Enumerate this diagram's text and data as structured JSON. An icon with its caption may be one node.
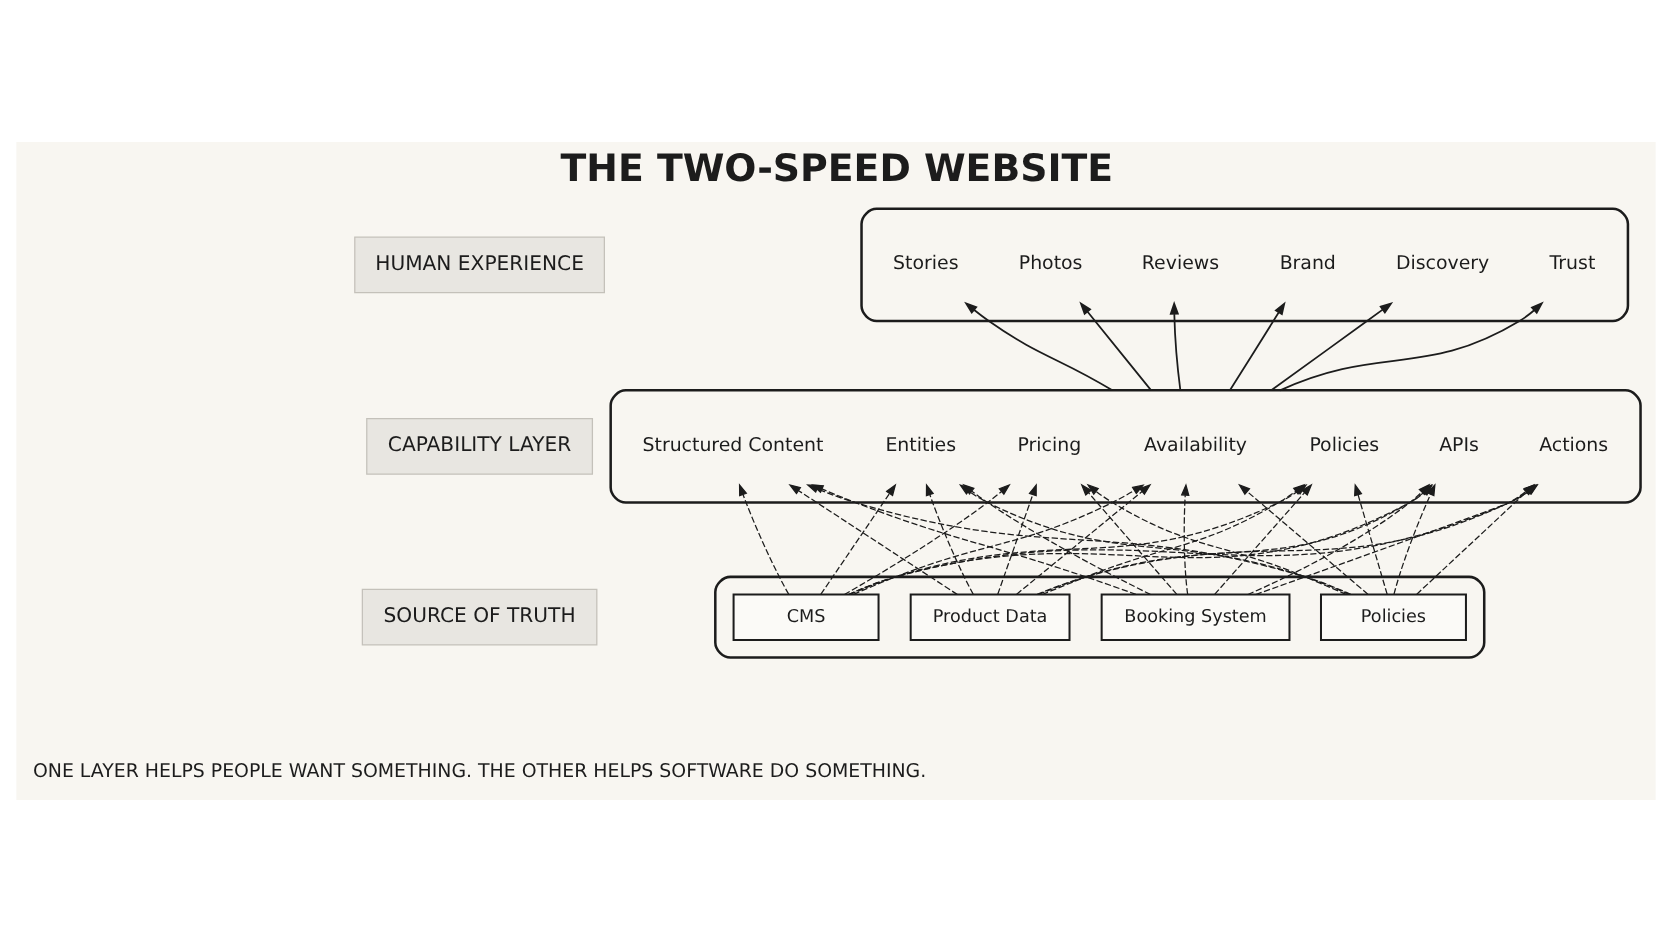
{
  "diagram": {
    "title": "THE TWO-SPEED WEBSITE",
    "caption": "ONE LAYER HELPS PEOPLE WANT SOMETHING. THE OTHER HELPS SOFTWARE DO SOMETHING.",
    "nodes": [
      {
        "text": [
          "HUMAN EXPERIENCE"
        ]
      },
      {
        "text": [],
        "shape": "box"
      },
      {
        "text": [
          "Stories"
        ],
        "in": 1
      },
      {
        "text": [
          "Photos"
        ],
        "in": 1
      },
      {
        "text": [
          "Reviews"
        ],
        "in": 1
      },
      {
        "text": [
          "Brand"
        ],
        "in": 1
      },
      {
        "text": [
          "Discovery"
        ],
        "in": 1
      },
      {
        "text": [
          "Trust"
        ],
        "in": 1
      },
      {
        "text": [
          "CAPABILITY LAYER"
        ]
      },
      {
        "text": [],
        "shape": "box"
      },
      {
        "text": [
          "Structured Content"
        ],
        "in": 9
      },
      {
        "text": [
          "Entities"
        ],
        "in": 9
      },
      {
        "text": [
          "Pricing"
        ],
        "in": 9
      },
      {
        "text": [
          "Availability"
        ],
        "in": 9
      },
      {
        "text": [
          "Policies"
        ],
        "in": 9
      },
      {
        "text": [
          "APIs"
        ],
        "in": 9
      },
      {
        "text": [
          "Actions"
        ],
        "in": 9
      },
      {
        "text": [
          "SOURCE OF TRUTH"
        ]
      },
      {
        "text": [],
        "shape": "box"
      },
      {
        "text": [
          "CMS"
        ],
        "in": 18
      },
      {
        "text": [
          "Product Data"
        ],
        "in": 18
      },
      {
        "text": [
          "Booking System"
        ],
        "in": 18
      },
      {
        "text": [
          "Policies"
        ],
        "in": 18
      }
    ],
    "edges": [
      {
        "from": 9,
        "to": 2,
        "arrow": "to"
      },
      {
        "from": 9,
        "to": 3,
        "arrow": "to"
      },
      {
        "from": 9,
        "to": 4,
        "arrow": "to"
      },
      {
        "from": 9,
        "to": 5,
        "arrow": "to"
      },
      {
        "from": 9,
        "to": 6,
        "arrow": "to"
      },
      {
        "from": 9,
        "to": 7,
        "arrow": "to"
      },
      {
        "from": 19,
        "to": 10,
        "arrow": "to",
        "style": "dashed"
      },
      {
        "from": 19,
        "to": 11,
        "arrow": "to",
        "style": "dashed"
      },
      {
        "from": 19,
        "to": 12,
        "arrow": "to",
        "style": "dashed"
      },
      {
        "from": 19,
        "to": 13,
        "arrow": "to",
        "style": "dashed"
      },
      {
        "from": 19,
        "to": 14,
        "arrow": "to",
        "style": "dashed"
      },
      {
        "from": 19,
        "to": 15,
        "arrow": "to",
        "style": "dashed"
      },
      {
        "from": 19,
        "to": 16,
        "arrow": "to",
        "style": "dashed"
      },
      {
        "from": 20,
        "to": 10,
        "arrow": "to",
        "style": "dashed"
      },
      {
        "from": 20,
        "to": 11,
        "arrow": "to",
        "style": "dashed"
      },
      {
        "from": 20,
        "to": 12,
        "arrow": "to",
        "style": "dashed"
      },
      {
        "from": 20,
        "to": 13,
        "arrow": "to",
        "style": "dashed"
      },
      {
        "from": 20,
        "to": 14,
        "arrow": "to",
        "style": "dashed"
      },
      {
        "from": 20,
        "to": 15,
        "arrow": "to",
        "style": "dashed"
      },
      {
        "from": 20,
        "to": 16,
        "arrow": "to",
        "style": "dashed"
      },
      {
        "from": 21,
        "to": 10,
        "arrow": "to",
        "style": "dashed"
      },
      {
        "from": 21,
        "to": 11,
        "arrow": "to",
        "style": "dashed"
      },
      {
        "from": 21,
        "to": 12,
        "arrow": "to",
        "style": "dashed"
      },
      {
        "from": 21,
        "to": 13,
        "arrow": "to",
        "style": "dashed"
      },
      {
        "from": 21,
        "to": 14,
        "arrow": "to",
        "style": "dashed"
      },
      {
        "from": 21,
        "to": 15,
        "arrow": "to",
        "style": "dashed"
      },
      {
        "from": 21,
        "to": 16,
        "arrow": "to",
        "style": "dashed"
      },
      {
        "from": 22,
        "to": 10,
        "arrow": "to",
        "style": "dashed"
      },
      {
        "from": 22,
        "to": 11,
        "arrow": "to",
        "style": "dashed"
      },
      {
        "from": 22,
        "to": 12,
        "arrow": "to",
        "style": "dashed"
      },
      {
        "from": 22,
        "to": 13,
        "arrow": "to",
        "style": "dashed"
      },
      {
        "from": 22,
        "to": 14,
        "arrow": "to",
        "style": "dashed"
      },
      {
        "from": 22,
        "to": 15,
        "arrow": "to",
        "style": "dashed"
      },
      {
        "from": 22,
        "to": 16,
        "arrow": "to",
        "style": "dashed"
      }
    ]
  }
}
